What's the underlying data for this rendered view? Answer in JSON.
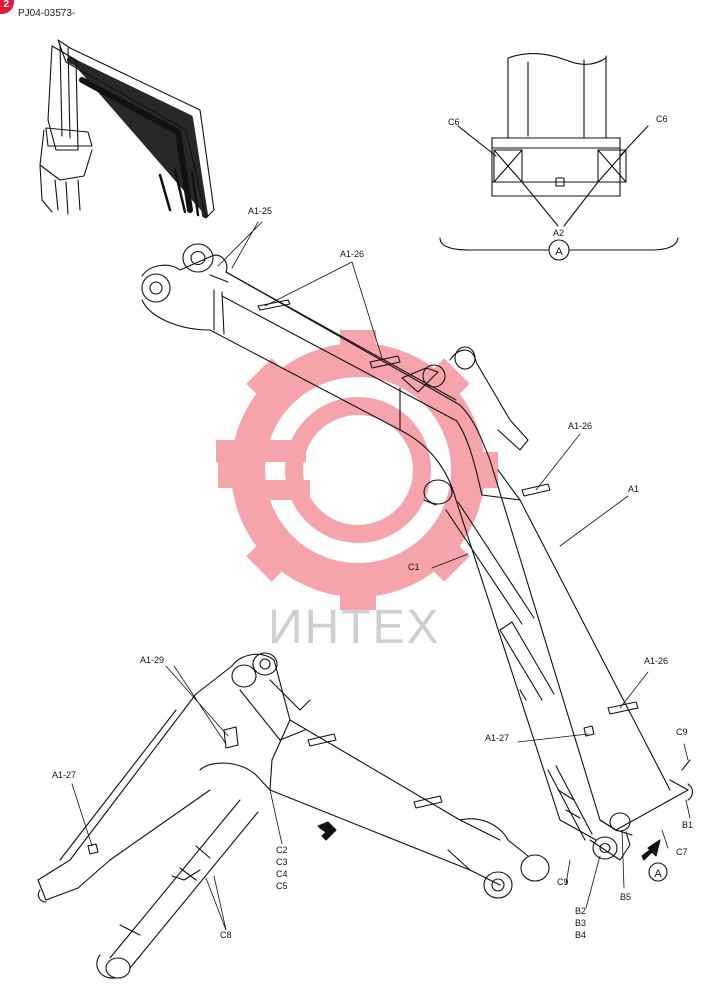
{
  "header": {
    "doc_code": "PJ04-03573-",
    "page_badge": "2"
  },
  "watermark": {
    "text": "ИНТЕХ",
    "color": "#f05a6a"
  },
  "detail_view": {
    "letter": "A",
    "labels": {
      "c6_left": "C6",
      "c6_right": "C6",
      "a2": "A2"
    }
  },
  "view_arrow": {
    "letter": "A"
  },
  "labels": {
    "a1_25": "A1-25",
    "a1_26_top": "A1-26",
    "a1_26_mid": "A1-26",
    "a1_26_low": "A1-26",
    "a1": "A1",
    "c1": "C1",
    "a1_27_right": "A1-27",
    "a1_29": "A1-29",
    "a1_27_left": "A1-27",
    "c9_top": "C9",
    "b1": "B1",
    "c7": "C7",
    "c9_bottom": "C9",
    "b5": "B5",
    "b_group": [
      "B2",
      "B3",
      "B4"
    ],
    "c_group": [
      "C2",
      "C3",
      "C4",
      "C5"
    ],
    "c8": "C8"
  }
}
